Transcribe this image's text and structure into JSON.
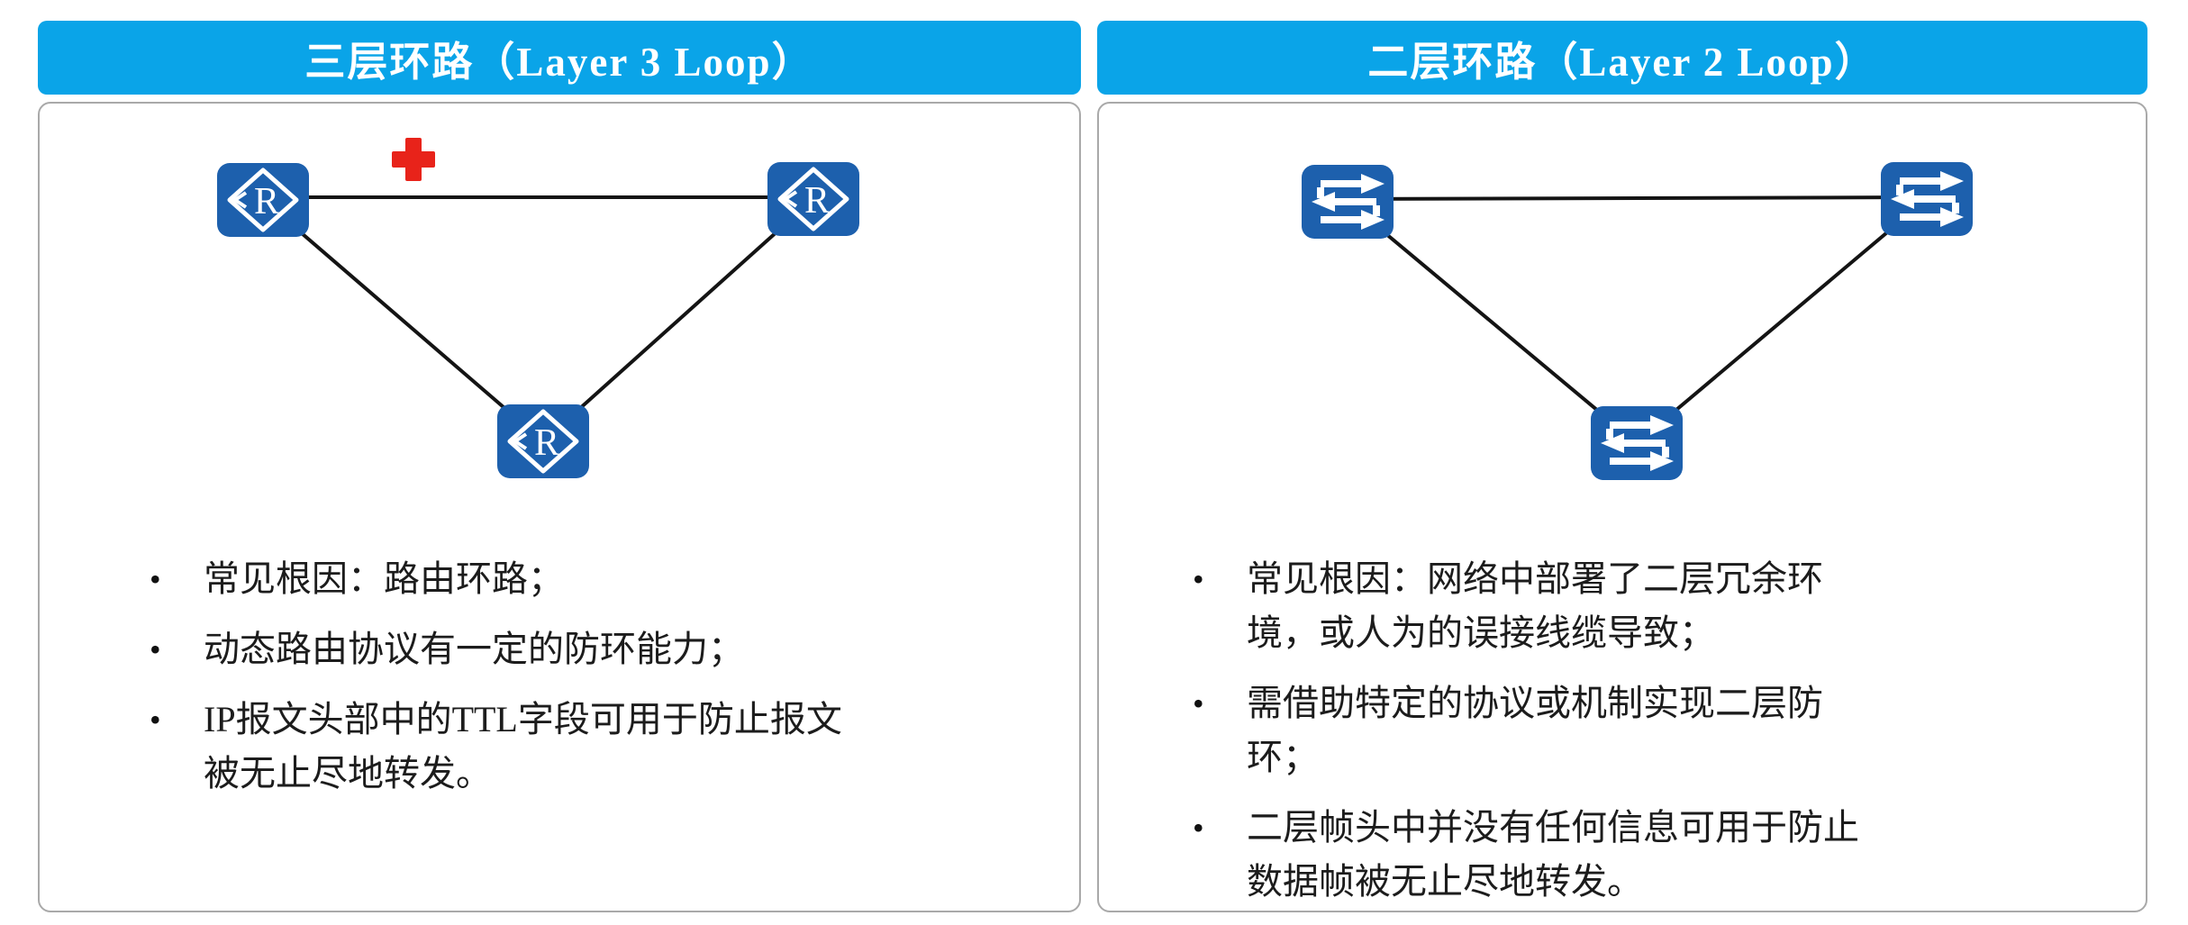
{
  "colors": {
    "header_bg": "#0aa4e8",
    "header_text": "#ffffff",
    "node_blue": "#1d60ad",
    "node_glyph_white": "#ffffff",
    "link_line": "#141414",
    "blocked_red": "#e8231a",
    "card_border": "#a9a9a9",
    "body_text": "#1c1c1c",
    "page_bg": "#ffffff"
  },
  "panels": [
    {
      "header": {
        "label": "三层环路（Layer 3 Loop）"
      },
      "diagram": {
        "node_icon": "router-icon",
        "node_letter": "R",
        "nodes": [
          "router-top-left",
          "router-top-right",
          "router-bottom"
        ],
        "links": [
          "top-left—top-right",
          "top-left—bottom",
          "top-right—bottom"
        ],
        "blocked_marker": "red-cross-icon on top link"
      },
      "bullets": [
        "常见根因：路由环路；",
        "动态路由协议有一定的防环能力；",
        "IP报文头部中的TTL字段可用于防止报文被无止尽地转发。"
      ]
    },
    {
      "header": {
        "label": "二层环路（Layer 2 Loop）"
      },
      "diagram": {
        "node_icon": "switch-icon",
        "nodes": [
          "switch-top-left",
          "switch-top-right",
          "switch-bottom"
        ],
        "links": [
          "top-left—top-right",
          "top-left—bottom",
          "top-right—bottom"
        ],
        "blocked_marker": null
      },
      "bullets": [
        "常见根因：网络中部署了二层冗余环境，或人为的误接线缆导致；",
        "需借助特定的协议或机制实现二层防环；",
        "二层帧头中并没有任何信息可用于防止数据帧被无止尽地转发。"
      ]
    }
  ]
}
